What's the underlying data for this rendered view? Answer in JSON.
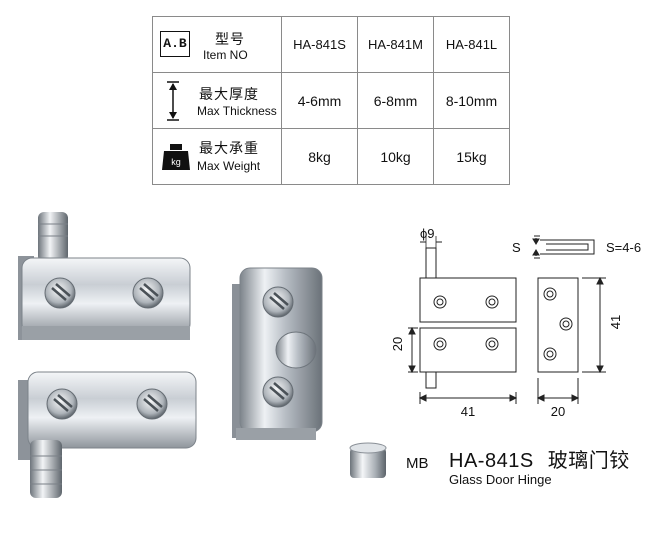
{
  "spec_table": {
    "header": {
      "icon_text": "A.B",
      "label_cn": "型号",
      "label_en": "Item NO",
      "models": [
        "HA-841S",
        "HA-841M",
        "HA-841L"
      ]
    },
    "thickness": {
      "label_cn": "最大厚度",
      "label_en": "Max Thickness",
      "values": [
        "4-6mm",
        "6-8mm",
        "8-10mm"
      ]
    },
    "weight": {
      "icon_text": "kg",
      "label_cn": "最大承重",
      "label_en": "Max Weight",
      "values": [
        "8kg",
        "10kg",
        "15kg"
      ]
    }
  },
  "drawing": {
    "phi": "ϕ9",
    "s_label": "S",
    "s_range": "S=4-6",
    "dim_20_left": "20",
    "dim_41_bottom": "41",
    "dim_41_right": "41",
    "dim_20_bottom": "20"
  },
  "product": {
    "mb_label": "MB",
    "model": "HA-841S",
    "name_cn": "玻璃门铰",
    "name_en": "Glass Door Hinge"
  }
}
